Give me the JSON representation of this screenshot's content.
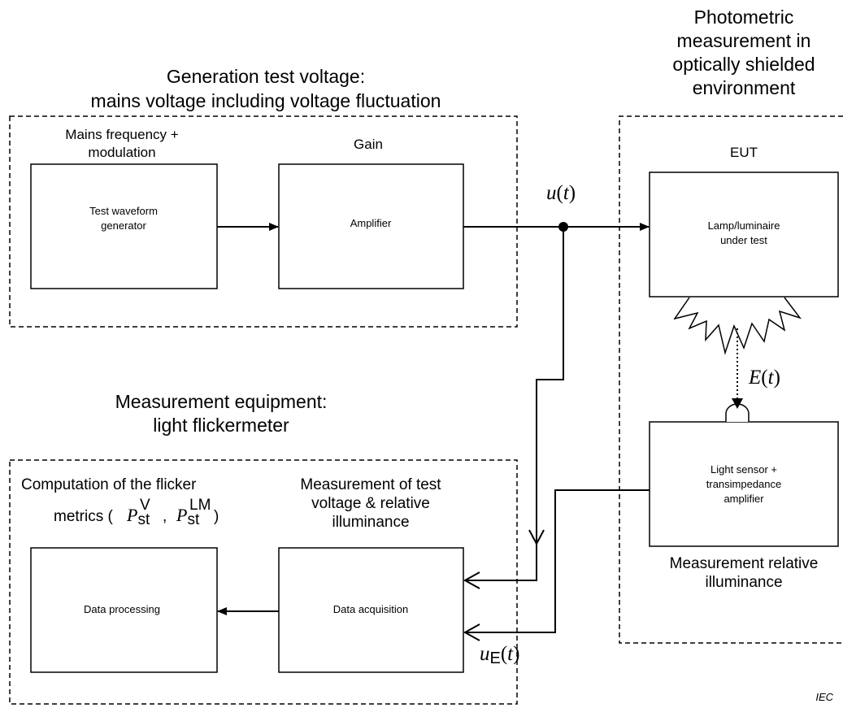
{
  "regions": {
    "generation": {
      "title_line1": "Generation test voltage:",
      "title_line2": "mains voltage including voltage fluctuation"
    },
    "photometric": {
      "title_line1": "Photometric",
      "title_line2": "measurement in",
      "title_line3": "optically shielded",
      "title_line4": "environment"
    },
    "measurement_equipment": {
      "title_line1": "Measurement equipment:",
      "title_line2": "light flickermeter"
    }
  },
  "blocks": {
    "test_waveform_generator": {
      "heading_line1": "Mains frequency +",
      "heading_line2": "modulation",
      "label_line1": "Test waveform",
      "label_line2": "generator"
    },
    "amplifier": {
      "heading": "Gain",
      "label": "Amplifier"
    },
    "eut": {
      "heading": "EUT",
      "label_line1": "Lamp/luminaire",
      "label_line2": "under test"
    },
    "light_sensor": {
      "label_line1": "Light sensor +",
      "label_line2": "transimpedance",
      "label_line3": "amplifier",
      "caption_line1": "Measurement relative",
      "caption_line2": "illuminance"
    },
    "data_acquisition": {
      "heading_line1": "Measurement of test",
      "heading_line2": "voltage & relative",
      "heading_line3": "illuminance",
      "label": "Data acquisition"
    },
    "data_processing": {
      "heading_line1": "Computation of the flicker",
      "heading_line2_prefix": "metrics (",
      "heading_line2_sep": ",",
      "heading_line2_suffix": ")",
      "label": "Data processing"
    }
  },
  "signals": {
    "u": {
      "symbol": "u",
      "open": "(",
      "arg": "t",
      "close": ")"
    },
    "E": {
      "symbol": "E",
      "open": "(",
      "arg": "t",
      "close": ")"
    },
    "uE": {
      "symbol": "u",
      "subscript": "E",
      "open": "(",
      "arg": "t",
      "close": ")"
    }
  },
  "metrics": {
    "pst_v": {
      "symbol": "P",
      "subscript": "st",
      "superscript": "V"
    },
    "pst_lm": {
      "symbol": "P",
      "subscript": "st",
      "superscript": "LM"
    }
  },
  "footer": {
    "credit": "IEC"
  }
}
